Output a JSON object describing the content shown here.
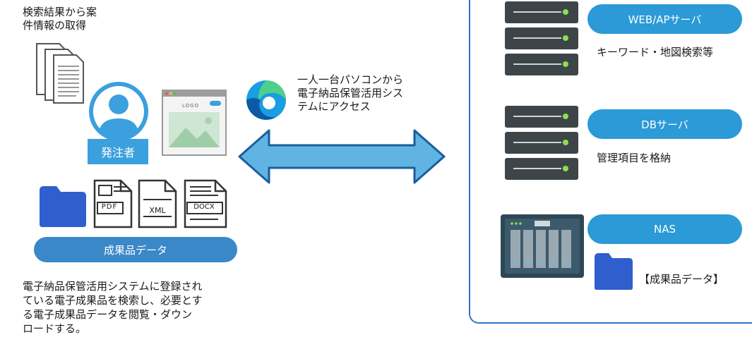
{
  "left": {
    "search_text": "検索結果から案\n件情報の取得",
    "orderer_label": "発注者",
    "browser_logo_text": "LOGO",
    "files": {
      "pdf": "PDF",
      "xml": "XML",
      "docx": "DOCX"
    },
    "deliverables_label": "成果品データ",
    "description": "電子納品保管活用システムに登録され\nている電子成果品を検索し、必要とす\nる電子成果品データを閲覧・ダウン\nロードする。"
  },
  "middle": {
    "access_text": "一人一台パソコンから\n電子納品保管活用シス\nテムにアクセス"
  },
  "right": {
    "servers": [
      {
        "label": "WEB/APサーバ",
        "desc": "キーワード・地図検索等"
      },
      {
        "label": "DBサーバ",
        "desc": "管理項目を格納"
      },
      {
        "label": "NAS",
        "desc": "【成果品データ】"
      }
    ]
  },
  "colors": {
    "pill_blue": "#2b9ad6",
    "person_blue": "#3aa0de",
    "folder_blue": "#2f5fcf",
    "arrow_blue": "#5fb4e3",
    "box_border": "#2f74c9",
    "server_dark": "#3e4548"
  }
}
